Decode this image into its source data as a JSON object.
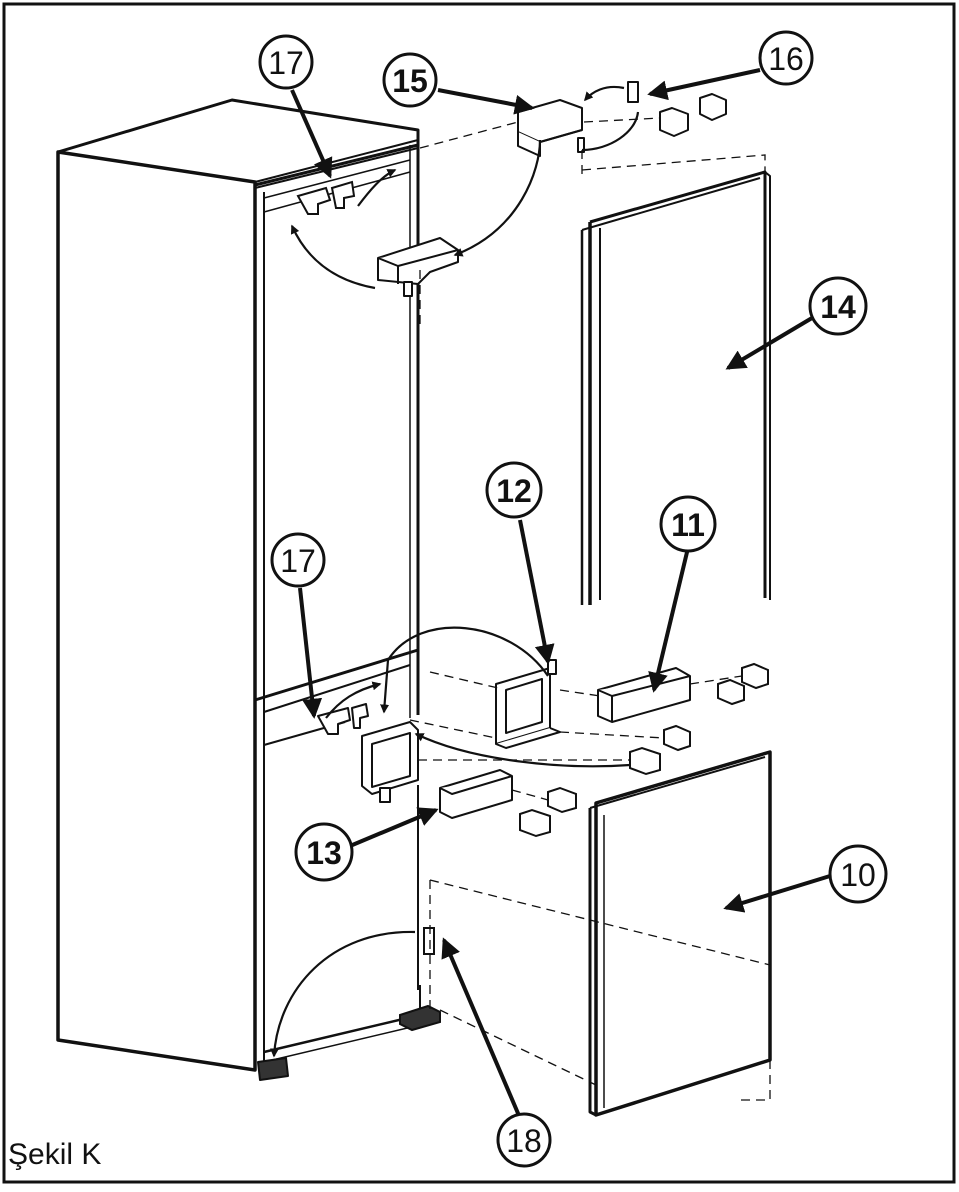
{
  "caption": "Şekil K",
  "callouts": {
    "c10": "10",
    "c11": "11",
    "c12": "12",
    "c13": "13",
    "c14": "14",
    "c15": "15",
    "c16": "16",
    "c17a": "17",
    "c17b": "17",
    "c18": "18"
  },
  "colors": {
    "line": "#111111",
    "background": "#ffffff"
  }
}
